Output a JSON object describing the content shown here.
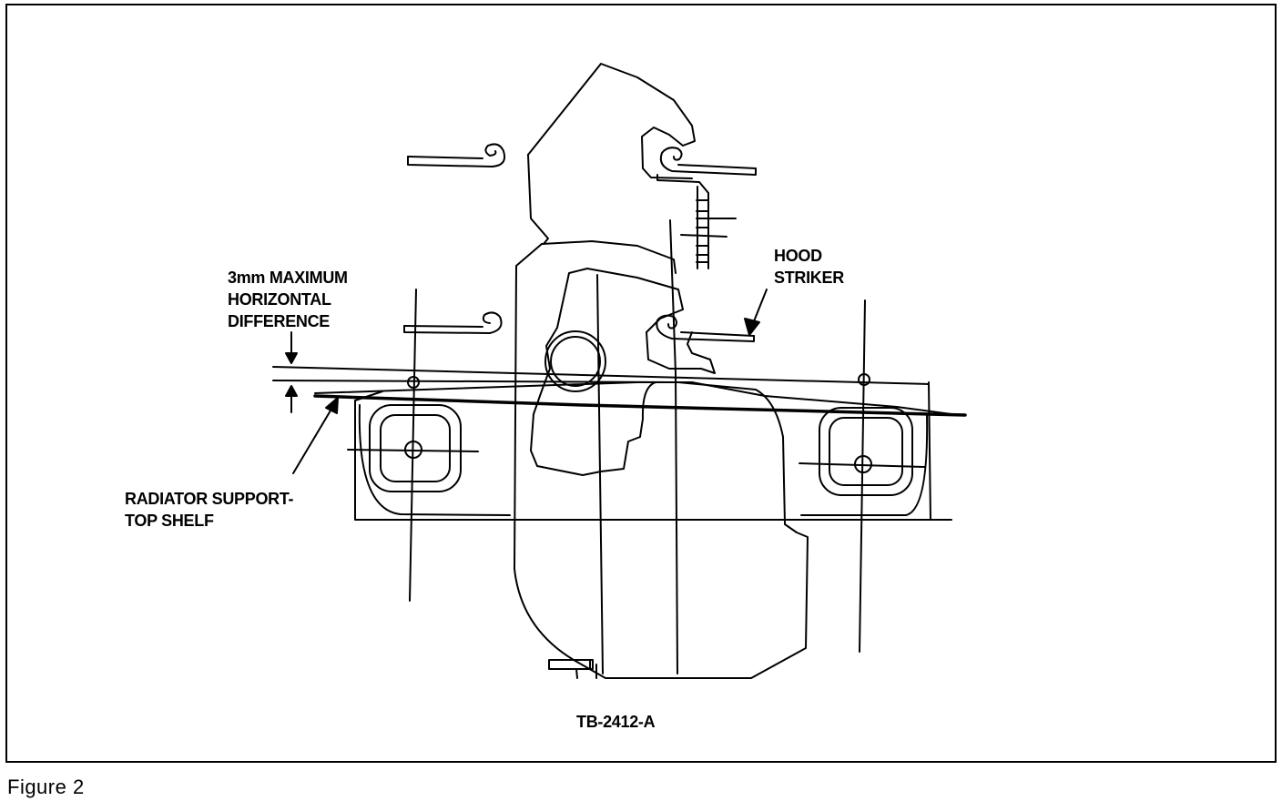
{
  "figure": {
    "caption": "Figure 2",
    "code": "TB-2412-A"
  },
  "labels": {
    "max_diff_line1": "3mm MAXIMUM",
    "max_diff_line2": "HORIZONTAL",
    "max_diff_line3": "DIFFERENCE",
    "hood_striker_line1": "HOOD",
    "hood_striker_line2": "STRIKER",
    "radiator_line1": "RADIATOR SUPPORT-",
    "radiator_line2": "TOP SHELF"
  }
}
